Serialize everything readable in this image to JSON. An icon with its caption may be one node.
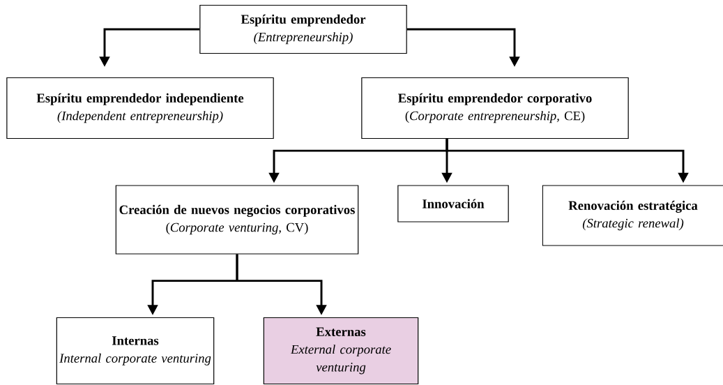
{
  "diagram": {
    "nodes": [
      {
        "text": [
          "Espíritu emprendedor",
          "*(Entrepreneurship)*"
        ]
      },
      {
        "text": [
          "Espíritu emprendedor independiente",
          "*(Independent entrepreneurship)*"
        ]
      },
      {
        "text": [
          "Espíritu emprendedor corporativo",
          "(*Corporate entrepreneurship,* CE)"
        ]
      },
      {
        "text": [
          "Creación de nuevos negocios corporativos",
          "(*Corporate venturing,* CV)"
        ]
      },
      {
        "text": [
          "Innovación"
        ]
      },
      {
        "text": [
          "Renovación estratégica",
          "*(Strategic renewal)*"
        ]
      },
      {
        "text": [
          "Internas",
          "*Internal corporate venturing*"
        ]
      },
      {
        "text": [
          "Externas",
          "*External corporate venturing*"
        ]
      }
    ],
    "edges": [
      {
        "from": 0,
        "to": 1,
        "arrow": "to"
      },
      {
        "from": 0,
        "to": 2,
        "arrow": "to"
      },
      {
        "from": 2,
        "to": 3,
        "arrow": "to"
      },
      {
        "from": 2,
        "to": 4,
        "arrow": "to"
      },
      {
        "from": 2,
        "to": 5,
        "arrow": "to"
      },
      {
        "from": 3,
        "to": 6,
        "arrow": "to"
      },
      {
        "from": 3,
        "to": 7,
        "arrow": "to"
      }
    ]
  }
}
